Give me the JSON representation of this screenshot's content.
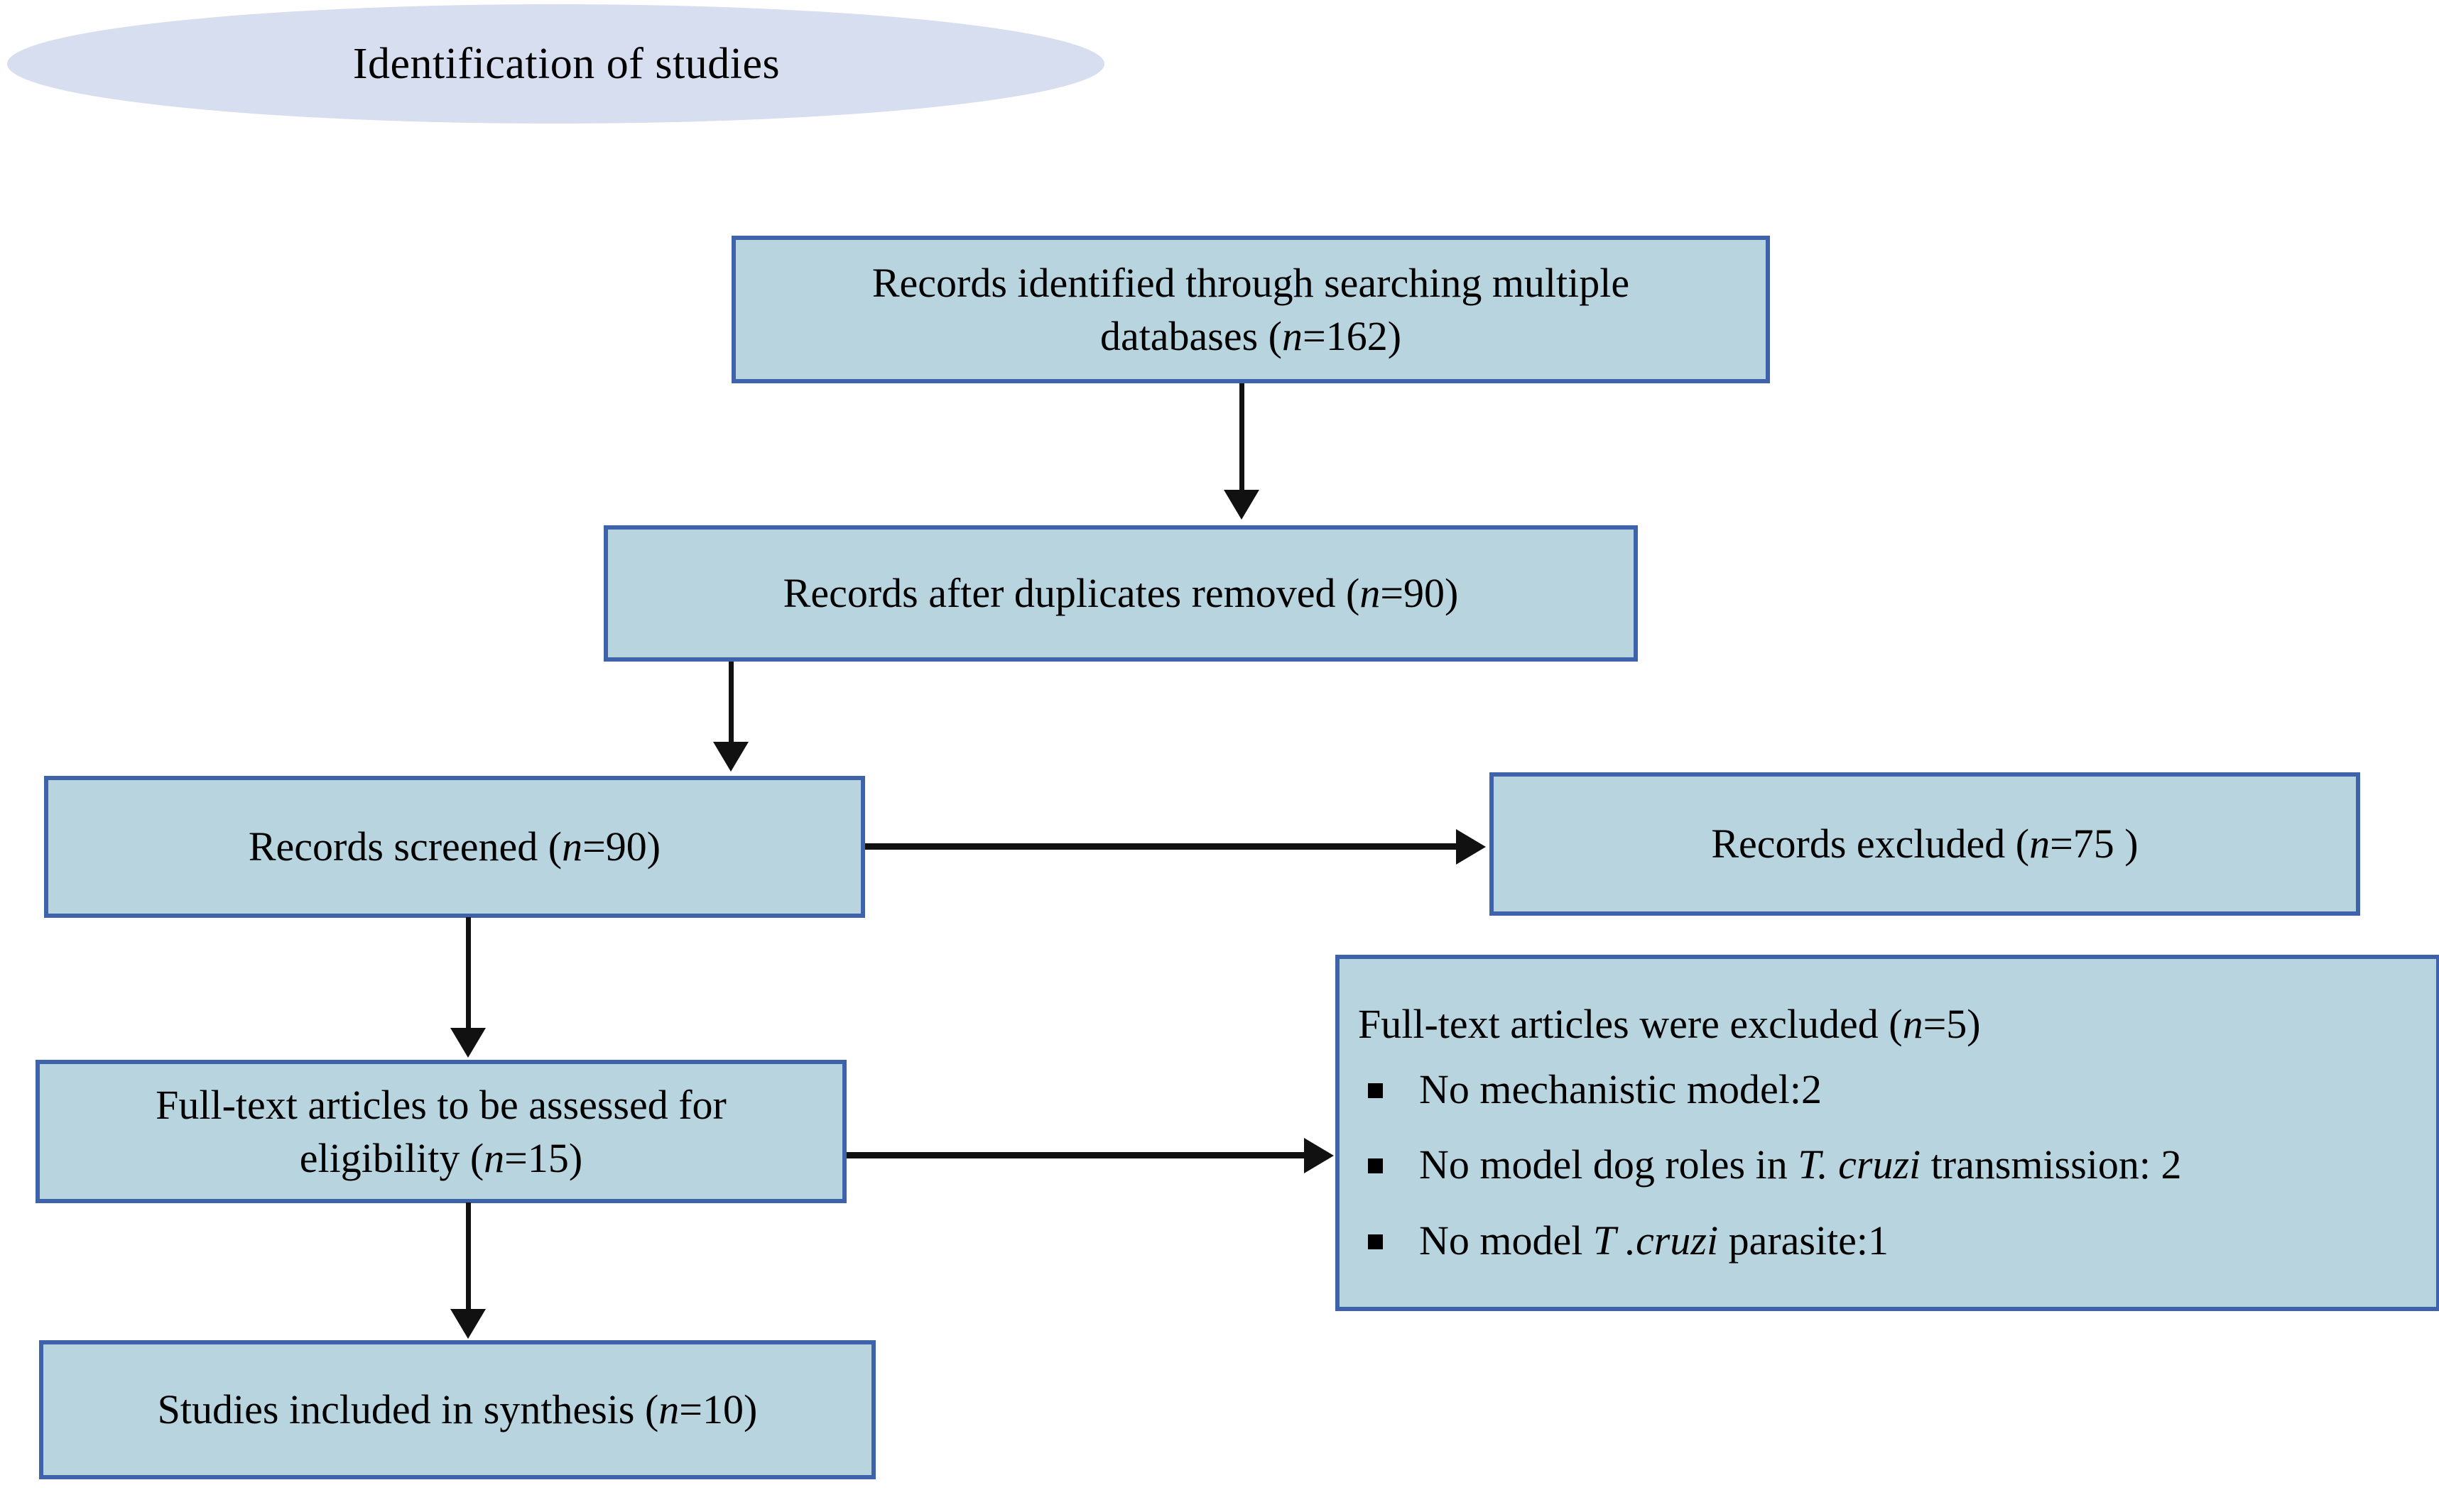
{
  "diagram": {
    "type": "prisma-flow-diagram",
    "title": "Identification of studies",
    "colors": {
      "box_fill": "#B7D4DF",
      "box_border": "#3E63AA",
      "ellipse_fill": "#D6DEEF",
      "connector": "#111111",
      "text": "#000000"
    },
    "header": {
      "label": "Identification of studies"
    },
    "nodes": {
      "records_identified": {
        "line1": "Records identified through searching multiple",
        "line2_prefix": "databases (",
        "n_symbol": "n",
        "line2_suffix": "=162)"
      },
      "records_after_duplicates": {
        "prefix": "Records after duplicates removed (",
        "n_symbol": "n",
        "suffix": "=90)"
      },
      "records_screened": {
        "prefix": "Records screened (",
        "n_symbol": "n",
        "suffix": "=90)"
      },
      "records_excluded": {
        "prefix": "Records excluded (",
        "n_symbol": "n",
        "suffix": "=75 )"
      },
      "fulltext_assessed": {
        "line1": "Full-text articles to be assessed  for",
        "line2_prefix": "eligibility (",
        "n_symbol": "n",
        "line2_suffix": "=15)"
      },
      "fulltext_excluded": {
        "heading_prefix": "Full-text articles were excluded (",
        "n_symbol": "n",
        "heading_suffix": "=5)",
        "reasons": [
          {
            "text_before": "No mechanistic  model:2",
            "italic": "",
            "text_after": ""
          },
          {
            "text_before": "No model dog roles in ",
            "italic": "T. cruzi",
            "text_after": " transmission: 2"
          },
          {
            "text_before": "No model ",
            "italic": "T .cruzi",
            "text_after": " parasite:1"
          }
        ]
      },
      "studies_included": {
        "prefix": "Studies included in synthesis (",
        "n_symbol": "n",
        "suffix": "=10)"
      }
    },
    "edges": [
      {
        "from": "records_identified",
        "to": "records_after_duplicates",
        "direction": "down"
      },
      {
        "from": "records_after_duplicates",
        "to": "records_screened",
        "direction": "down"
      },
      {
        "from": "records_screened",
        "to": "records_excluded",
        "direction": "right"
      },
      {
        "from": "records_screened",
        "to": "fulltext_assessed",
        "direction": "down"
      },
      {
        "from": "fulltext_assessed",
        "to": "fulltext_excluded",
        "direction": "right"
      },
      {
        "from": "fulltext_assessed",
        "to": "studies_included",
        "direction": "down"
      }
    ]
  }
}
